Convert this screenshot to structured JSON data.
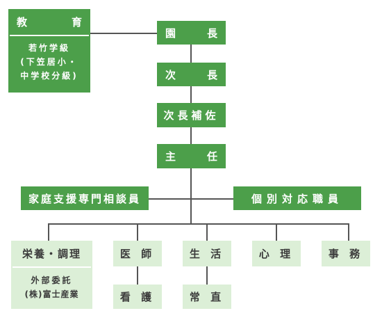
{
  "edu": {
    "title_left": "教",
    "title_right": "育",
    "sub": [
      "若竹学級",
      "(下笠居小・",
      "中学校分級)"
    ]
  },
  "chain": [
    {
      "left": "園",
      "right": "長"
    },
    {
      "left": "次",
      "right": "長"
    },
    {
      "text": "次長補佐"
    },
    {
      "left": "主",
      "right": "任"
    }
  ],
  "side_left": "家庭支援専門相談員",
  "side_right": "個別対応職員",
  "bottom": {
    "nutrition": {
      "title": "栄養・調理",
      "sub": [
        "外部委託",
        "(株)富士産業"
      ]
    },
    "doctor": {
      "title": "医 師",
      "child": "看 護"
    },
    "life": {
      "title": "生 活",
      "child": "常 直"
    },
    "psych": {
      "title": "心 理"
    },
    "office": {
      "title": "事 務"
    }
  },
  "colors": {
    "dark_green": "#4c9f4a",
    "light_green": "#dcefd7",
    "line": "#555555"
  }
}
